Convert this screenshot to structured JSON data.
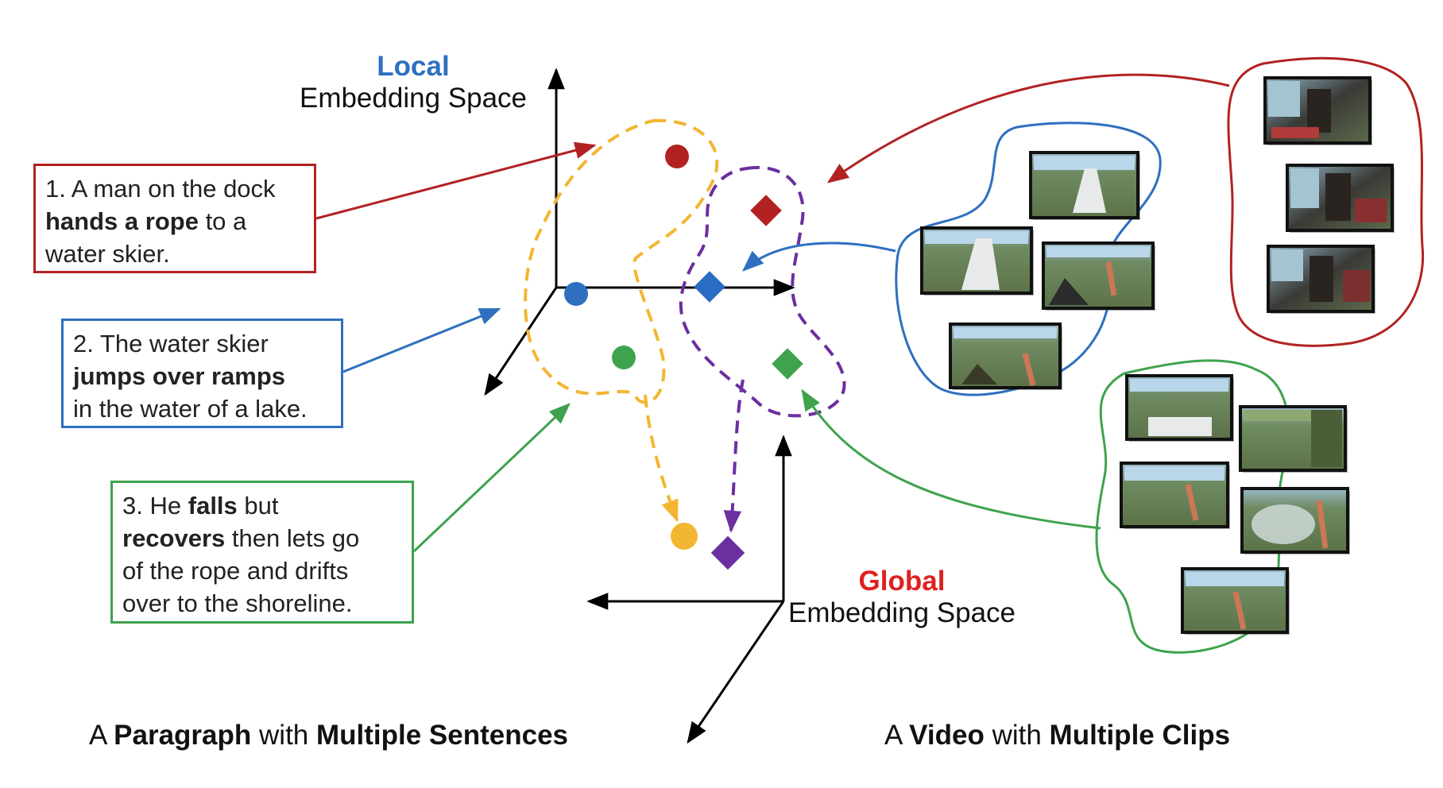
{
  "local_space": {
    "highlight": "Local",
    "label": "Embedding Space",
    "highlight_color": "#2e6fc0"
  },
  "global_space": {
    "highlight": "Global",
    "label": "Embedding Space",
    "highlight_color": "#e02020"
  },
  "sentences": [
    {
      "num": "1.",
      "pre": "A man on the dock",
      "bold": "hands a rope",
      "post": "to a",
      "tail": "water skier.",
      "color": "#b22222"
    },
    {
      "num": "2.",
      "pre": "The water skier",
      "bold": "jumps over ramps",
      "post": "",
      "tail": "in the water of a lake.",
      "color": "#2e6fc0"
    },
    {
      "num": "3.",
      "pre": "He",
      "bold": "falls",
      "post": "but",
      "bold2": "recovers",
      "post2": "then lets go",
      "tail": "of the rope and drifts",
      "tail2": "over to the shoreline.",
      "color": "#3fa34d"
    }
  ],
  "captions": {
    "left": {
      "a": "A",
      "b1": "Paragraph",
      "c": "with",
      "b2": "Multiple Sentences"
    },
    "right": {
      "a": "A",
      "b1": "Video",
      "c": "with",
      "b2": "Multiple Clips"
    }
  },
  "colors": {
    "red": "#b22222",
    "blue": "#2e6fc0",
    "green": "#3fa34d",
    "yellow": "#f2b632",
    "purple": "#6b2fa0",
    "diamond_blue": "#2a6cc4"
  }
}
